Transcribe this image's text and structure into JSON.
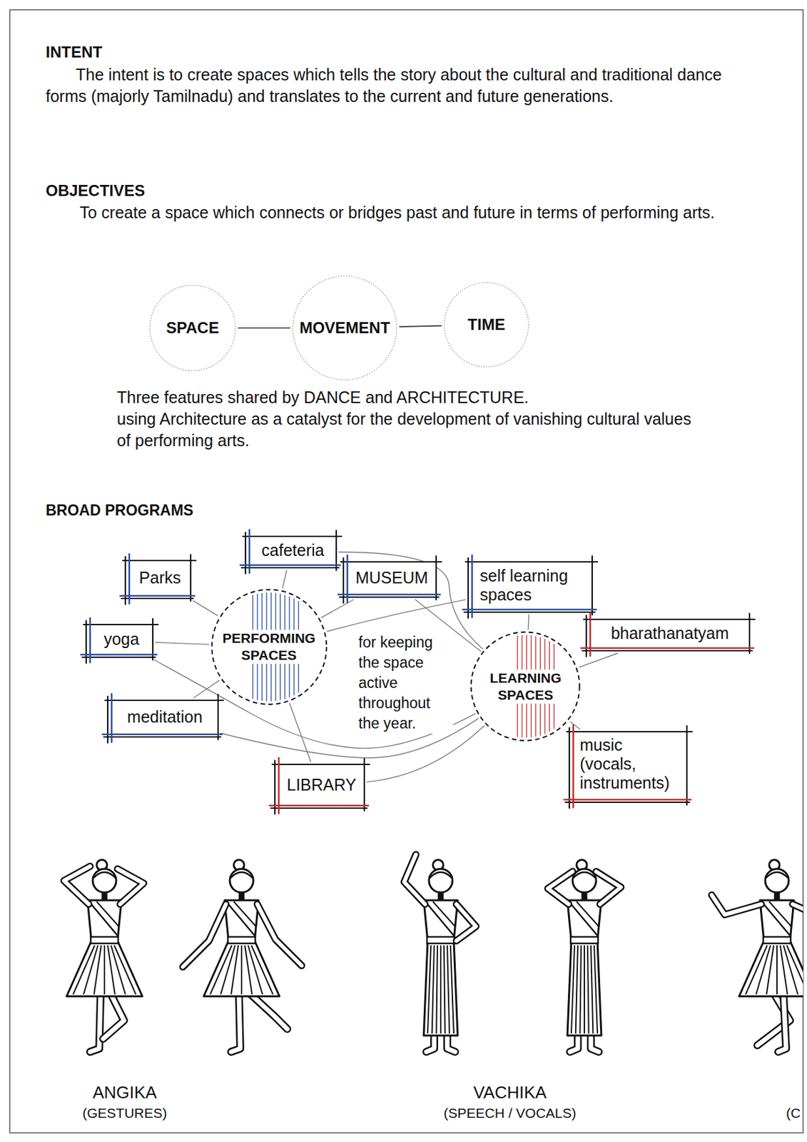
{
  "diagram": {
    "nodes": [
      {
        "text": [
          "SPACE"
        ]
      },
      {
        "text": [
          "MOVEMENT"
        ]
      },
      {
        "text": [
          "TIME"
        ]
      },
      {
        "text": [
          "cafeteria"
        ]
      },
      {
        "text": [
          "Parks"
        ]
      },
      {
        "text": [
          "MUSEUM"
        ]
      },
      {
        "text": [
          "self learning spaces"
        ]
      },
      {
        "text": [
          "bharathanatyam"
        ]
      },
      {
        "text": [
          "yoga"
        ]
      },
      {
        "text": [
          "PERFORMING SPACES"
        ]
      },
      {
        "text": [
          "LEARNING SPACES"
        ]
      },
      {
        "text": [
          "meditation"
        ]
      },
      {
        "text": [
          "music (vocals, instruments)"
        ]
      },
      {
        "text": [
          "LIBRARY"
        ]
      }
    ],
    "edges": [
      {
        "from": 0,
        "to": 1,
        "arrow": "none"
      },
      {
        "from": 1,
        "to": 2,
        "arrow": "none"
      },
      {
        "from": 4,
        "to": 9,
        "arrow": "none"
      },
      {
        "from": 3,
        "to": 9,
        "arrow": "none"
      },
      {
        "from": 3,
        "to": 10,
        "arrow": "none"
      },
      {
        "from": 5,
        "to": 9,
        "arrow": "none"
      },
      {
        "from": 5,
        "to": 10,
        "arrow": "none"
      },
      {
        "from": 6,
        "to": 9,
        "arrow": "none"
      },
      {
        "from": 6,
        "to": 10,
        "arrow": "none"
      },
      {
        "from": 8,
        "to": 9,
        "arrow": "none"
      },
      {
        "from": 8,
        "to": 10,
        "arrow": "none"
      },
      {
        "from": 11,
        "to": 9,
        "arrow": "none"
      },
      {
        "from": 11,
        "to": 10,
        "arrow": "none"
      },
      {
        "from": 13,
        "to": 9,
        "arrow": "none"
      },
      {
        "from": 13,
        "to": 10,
        "arrow": "none"
      },
      {
        "from": 7,
        "to": 10,
        "arrow": "none"
      },
      {
        "from": 12,
        "to": 10,
        "arrow": "none"
      }
    ],
    "labels": [
      "INTENT",
      "The intent is to create spaces which tells the story about the cultural and traditional dance forms (majorly Tamilnadu) and translates to the current and future generations.",
      "OBJECTIVES",
      "To create a space which connects or bridges past and future in terms of performing arts.",
      "Three features shared by DANCE and ARCHITECTURE.",
      "using Architecture as a catalyst for the development of vanishing cultural values of performing arts.",
      "BROAD PROGRAMS",
      "for keeping the space active throughout the year.",
      "ANGIKA",
      "(GESTURES)",
      "VACHIKA",
      "(SPEECH / VOCALS)",
      "(C"
    ]
  }
}
